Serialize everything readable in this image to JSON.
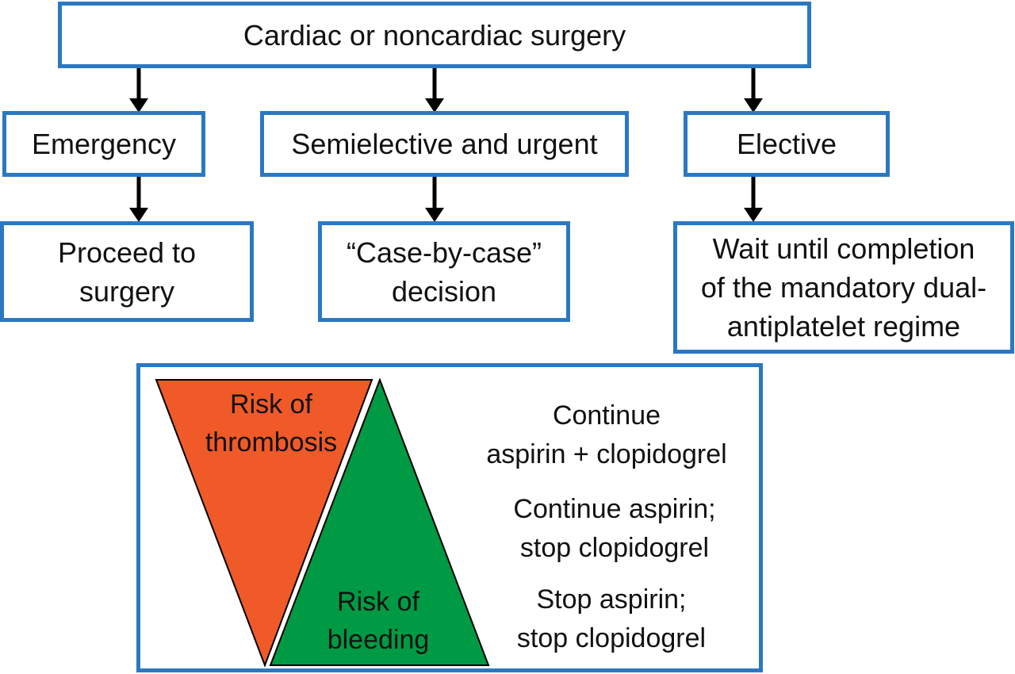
{
  "top": {
    "label": "Cardiac or noncardiac surgery"
  },
  "categories": [
    {
      "label": "Emergency",
      "action": "Proceed to\nsurgery"
    },
    {
      "label": "Semielective and urgent",
      "action": "“Case-by-case”\ndecision"
    },
    {
      "label": "Elective",
      "action": "Wait until completion\nof the mandatory dual-\nantiplatelet regime"
    }
  ],
  "risk_panel": {
    "thrombosis_label": "Risk of\nthrombosis",
    "bleeding_label": "Risk of\nbleeding",
    "recommendations": [
      "Continue\naspirin + clopidogrel",
      "Continue aspirin;\nstop clopidogrel",
      "Stop aspirin;\nstop clopidogrel"
    ]
  },
  "colors": {
    "box_border": "#2b78c2",
    "thrombosis_fill": "#f05a28",
    "bleeding_fill": "#009a44",
    "arrow": "#000000"
  }
}
